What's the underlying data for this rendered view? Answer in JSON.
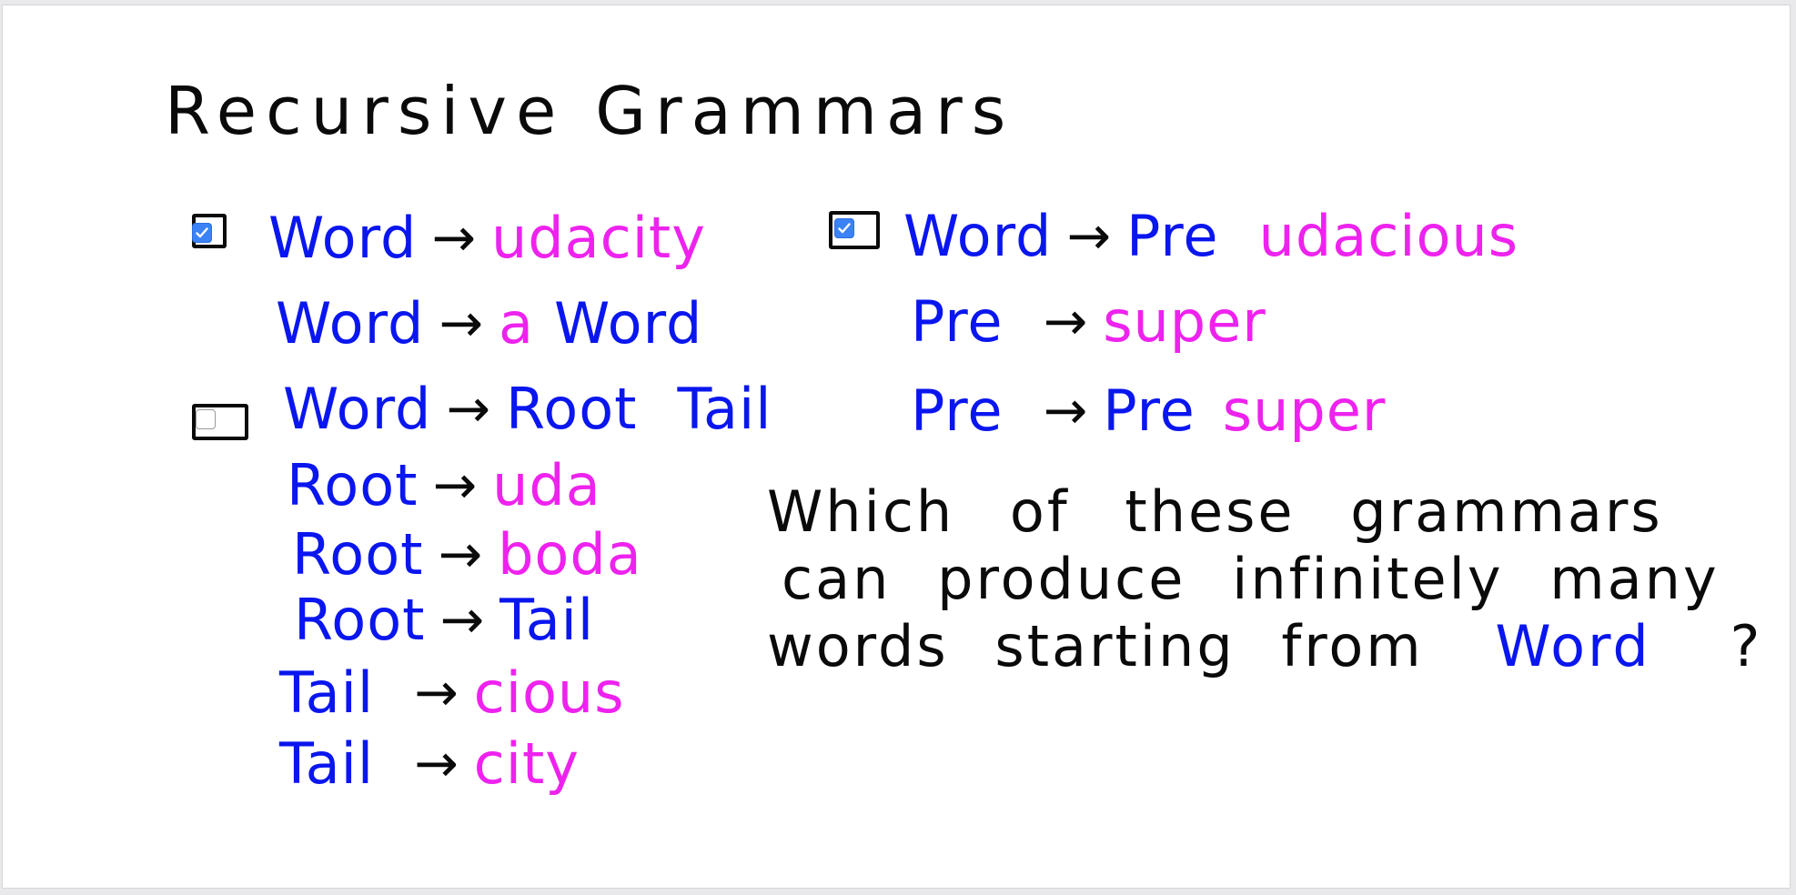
{
  "title": "Recursive Grammars",
  "grammar_a": {
    "checked": true,
    "rules": [
      {
        "lhs": "Word",
        "arrow": "→",
        "rhs": [
          {
            "text": "udacity",
            "color": "magenta"
          }
        ]
      },
      {
        "lhs": "Word",
        "arrow": "→",
        "rhs": [
          {
            "text": "a",
            "color": "magenta"
          },
          {
            "text": "Word",
            "color": "blue"
          }
        ]
      }
    ]
  },
  "grammar_b": {
    "checked": false,
    "rules": [
      {
        "lhs": "Word",
        "arrow": "→",
        "rhs": [
          {
            "text": "Root",
            "color": "blue"
          },
          {
            "text": "Tail",
            "color": "blue"
          }
        ]
      },
      {
        "lhs": "Root",
        "arrow": "→",
        "rhs": [
          {
            "text": "uda",
            "color": "magenta"
          }
        ]
      },
      {
        "lhs": "Root",
        "arrow": "→",
        "rhs": [
          {
            "text": "boda",
            "color": "magenta"
          }
        ]
      },
      {
        "lhs": "Root",
        "arrow": "→",
        "rhs": [
          {
            "text": "Tail",
            "color": "blue"
          }
        ]
      },
      {
        "lhs": "Tail",
        "arrow": "→",
        "rhs": [
          {
            "text": "cious",
            "color": "magenta"
          }
        ]
      },
      {
        "lhs": "Tail",
        "arrow": "→",
        "rhs": [
          {
            "text": "city",
            "color": "magenta"
          }
        ]
      }
    ]
  },
  "grammar_c": {
    "checked": true,
    "rules": [
      {
        "lhs": "Word",
        "arrow": "→",
        "rhs": [
          {
            "text": "Pre",
            "color": "blue"
          },
          {
            "text": "udacious",
            "color": "magenta"
          }
        ]
      },
      {
        "lhs": "Pre",
        "arrow": "→",
        "rhs": [
          {
            "text": "super",
            "color": "magenta"
          }
        ]
      },
      {
        "lhs": "Pre",
        "arrow": "→",
        "rhs": [
          {
            "text": "Pre",
            "color": "blue"
          },
          {
            "text": "super",
            "color": "magenta"
          }
        ]
      }
    ]
  },
  "question": {
    "line1": "Which of these grammars",
    "line2": "can produce infinitely many",
    "line3_prefix": "words starting from",
    "line3_word": "Word",
    "line3_suffix": "?"
  },
  "colors": {
    "blue": "#0a16ee",
    "magenta": "#ee22ee",
    "ink": "#0a0a0a",
    "checkbox_checked": "#3b82f6"
  },
  "icons": {
    "checkbox_checked": "check-icon"
  }
}
